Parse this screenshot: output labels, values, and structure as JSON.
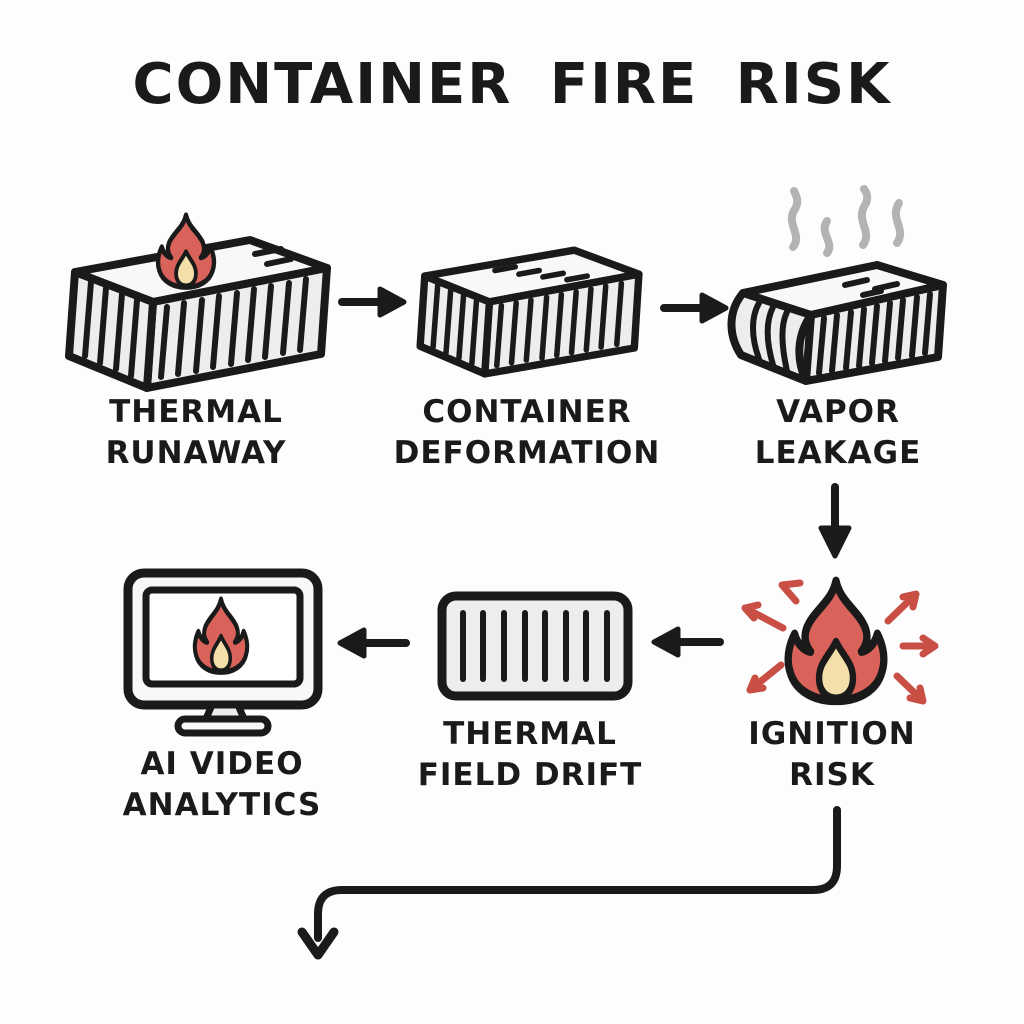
{
  "title": "CONTAINER FIRE RISK",
  "colors": {
    "bg": "#fdfdfd",
    "ink": "#1a1a1a",
    "flame_red": "#d9635a",
    "flame_inner": "#f4dfab",
    "arrow_red": "#c94f45",
    "steam_gray": "#b3b3b3",
    "container_fill": "#ededed",
    "container_top": "#f8f8f8"
  },
  "nodes": [
    {
      "id": "thermal-runaway",
      "label_lines": [
        "THERMAL",
        "RUNAWAY"
      ],
      "icon": "container-flame-icon"
    },
    {
      "id": "container-deformation",
      "label_lines": [
        "CONTAINER",
        "DEFORMATION"
      ],
      "icon": "container-icon"
    },
    {
      "id": "vapor-leakage",
      "label_lines": [
        "VAPOR",
        "LEAKAGE"
      ],
      "icon": "deformed-container-steam-icon"
    },
    {
      "id": "ignition-risk",
      "label_lines": [
        "IGNITION",
        "RISK"
      ],
      "icon": "flame-sparks-icon"
    },
    {
      "id": "thermal-field-drift",
      "label_lines": [
        "THERMAL",
        "FIELD DRIFT"
      ],
      "icon": "container-front-icon"
    },
    {
      "id": "ai-video-analytics",
      "label_lines": [
        "AI VIDEO",
        "ANALYTICS"
      ],
      "icon": "monitor-flame-icon"
    }
  ],
  "connections": [
    {
      "from": "THERMAL RUNAWAY",
      "to": "CONTAINER DEFORMATION",
      "style": "arrow-right"
    },
    {
      "from": "CONTAINER DEFORMATION",
      "to": "VAPOR LEAKAGE",
      "style": "arrow-right"
    },
    {
      "from": "VAPOR LEAKAGE",
      "to": "IGNITION RISK",
      "style": "arrow-down"
    },
    {
      "from": "IGNITION RISK",
      "to": "THERMAL FIELD DRIFT",
      "style": "arrow-left"
    },
    {
      "from": "THERMAL FIELD DRIFT",
      "to": "AI VIDEO ANALYTICS",
      "style": "arrow-left"
    },
    {
      "from": "IGNITION RISK",
      "to": "off-canvas-bottom",
      "style": "elbow-down-left-arrow"
    }
  ]
}
